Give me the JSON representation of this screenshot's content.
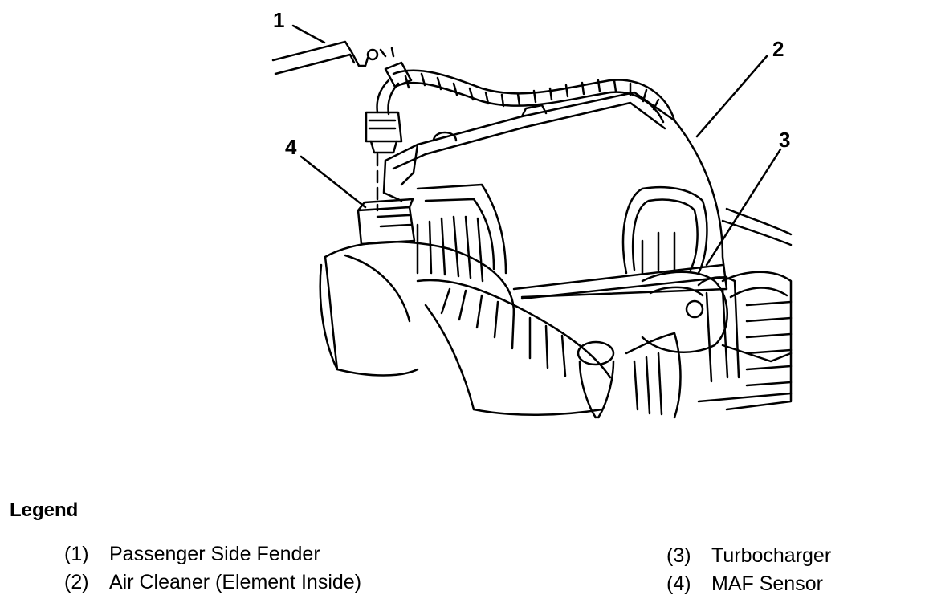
{
  "callouts": [
    {
      "number": "1"
    },
    {
      "number": "2"
    },
    {
      "number": "3"
    },
    {
      "number": "4"
    }
  ],
  "legend": {
    "title": "Legend",
    "items": [
      {
        "number": "(1)",
        "label": "Passenger Side Fender"
      },
      {
        "number": "(2)",
        "label": "Air Cleaner (Element Inside)"
      },
      {
        "number": "(3)",
        "label": "Turbocharger"
      },
      {
        "number": "(4)",
        "label": "MAF Sensor"
      }
    ]
  }
}
